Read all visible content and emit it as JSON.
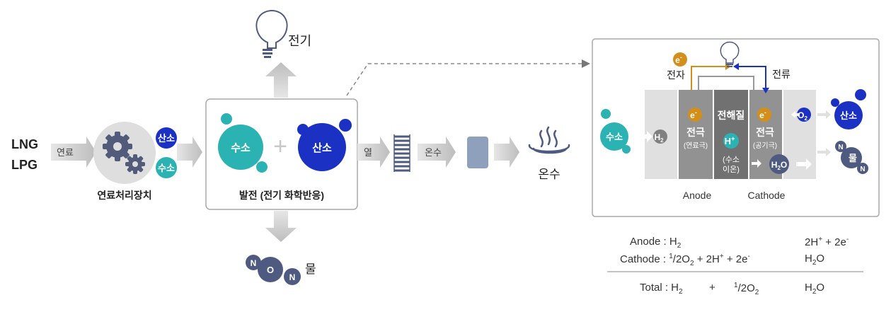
{
  "fuel": {
    "lng": "LNG",
    "lpg": "LPG",
    "arrow_label": "연료"
  },
  "processor": {
    "label": "연료처리장치",
    "badge_oxygen": "산소",
    "badge_hydrogen": "수소"
  },
  "generator": {
    "hydrogen": "수소",
    "plus": "+",
    "oxygen": "산소",
    "label": "발전 (전기 화학반응)"
  },
  "outputs": {
    "electricity": "전기",
    "water": "물",
    "heat": "열",
    "hot_water_flow": "온수",
    "hot_water": "온수",
    "water_atoms": [
      "N",
      "O",
      "N"
    ]
  },
  "cell": {
    "electron": "e",
    "electron_sup": "-",
    "electron_label": "전자",
    "current_label": "전류",
    "hydrogen": "수소",
    "h2": "H",
    "h2_sub": "2",
    "anode_electrode": "전극",
    "anode_sub": "(연료극)",
    "electrolyte": "전해질",
    "proton": "H",
    "proton_sup": "+",
    "electrolyte_sub1": "(수소",
    "electrolyte_sub2": "이온)",
    "cathode_electrode": "전극",
    "cathode_sub": "(공기극)",
    "h2o": "H",
    "h2o_sub": "2",
    "h2o_tail": "O",
    "o2": "O",
    "o2_sub": "2",
    "oxygen": "산소",
    "water": "물",
    "water_atoms": [
      "N",
      "N"
    ],
    "anode": "Anode",
    "cathode": "Cathode"
  },
  "equations": {
    "anode_label": "Anode : H",
    "anode_sub": "2",
    "anode_right": "2H",
    "anode_right_sup": "+",
    "anode_right2": " + 2e",
    "anode_right2_sup": "-",
    "cathode_label": "Cathode : ",
    "cathode_frac": "1",
    "cathode_frac2": "/2O",
    "cathode_sub": "2",
    "cathode_mid": " + 2H",
    "cathode_sup": "+",
    "cathode_mid2": " + 2e",
    "cathode_sup2": "-",
    "cathode_right": "H",
    "cathode_right_sub": "2",
    "cathode_right2": "O",
    "total_label": "Total : H",
    "total_sub": "2",
    "total_plus": "+",
    "total_frac": "1",
    "total_frac2": "/2O",
    "total_sub2": "2",
    "total_right": "H",
    "total_right_sub": "2",
    "total_right2": "O"
  },
  "colors": {
    "teal": "#2bb3b3",
    "navy": "#1a31c4",
    "slate": "#4e5a80",
    "orange": "#d38f1a",
    "gray_arrow": "#c9c9c9"
  }
}
